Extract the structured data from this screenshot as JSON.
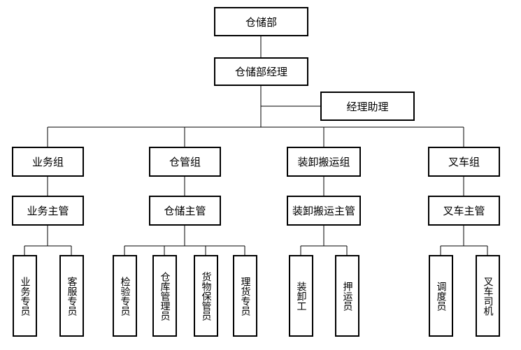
{
  "org": {
    "department": "仓储部",
    "manager": "仓储部经理",
    "assistant": "经理助理",
    "groups": [
      {
        "name": "业务组",
        "supervisor": "业务主管",
        "staff": [
          "业务专员",
          "客服专员"
        ]
      },
      {
        "name": "仓管组",
        "supervisor": "仓储主管",
        "staff": [
          "检验专员",
          "仓库管理员",
          "货物保管员",
          "理货专员"
        ]
      },
      {
        "name": "装卸搬运组",
        "supervisor": "装卸搬运主管",
        "staff": [
          "装卸工",
          "押运员"
        ]
      },
      {
        "name": "叉车组",
        "supervisor": "叉车主管",
        "staff": [
          "调度员",
          "叉车司机"
        ]
      }
    ]
  }
}
